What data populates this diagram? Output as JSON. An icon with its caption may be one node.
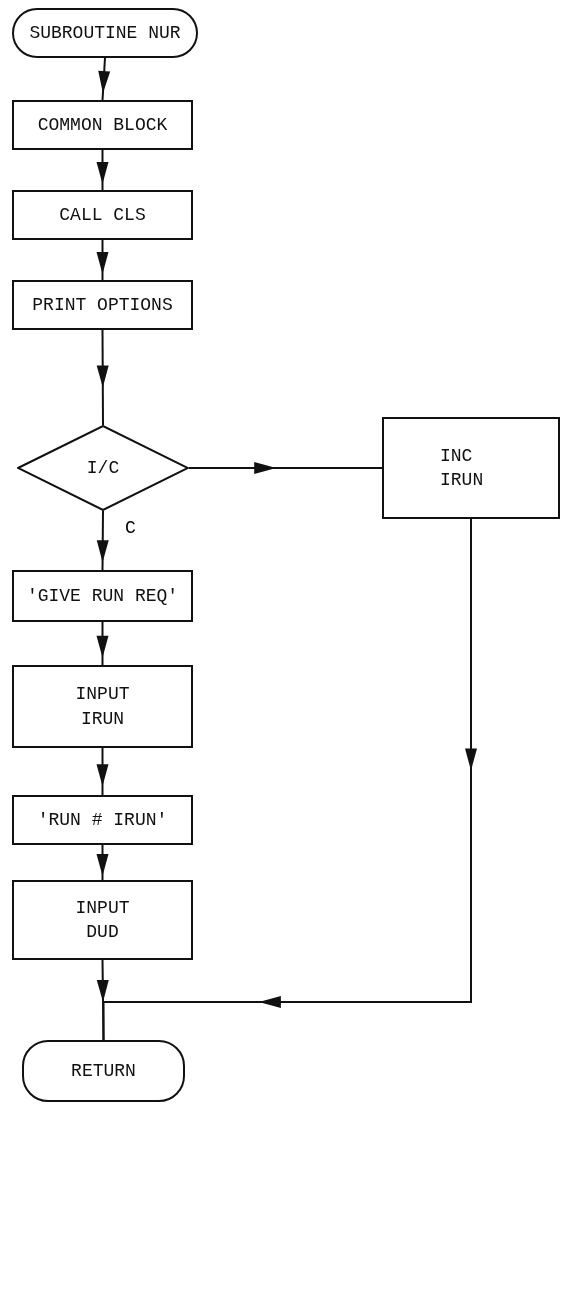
{
  "diagram": {
    "nodes": [
      {
        "text": [
          "SUBROUTINE NUR"
        ]
      },
      {
        "text": [
          "COMMON BLOCK"
        ]
      },
      {
        "text": [
          "CALL CLS"
        ]
      },
      {
        "text": [
          "PRINT OPTIONS"
        ]
      },
      {
        "text": [
          "I/C"
        ]
      },
      {
        "text": [
          "INC IRUN"
        ]
      },
      {
        "text": [
          "'GIVE RUN REQ'"
        ]
      },
      {
        "text": [
          "INPUT IRUN"
        ]
      },
      {
        "text": [
          "'RUN # IRUN'"
        ]
      },
      {
        "text": [
          "INPUT DUD"
        ]
      },
      {
        "text": [
          "RETURN"
        ]
      }
    ],
    "edges": [
      {
        "from": 0,
        "to": 1,
        "arrow": "to"
      },
      {
        "from": 1,
        "to": 2,
        "arrow": "to"
      },
      {
        "from": 2,
        "to": 3,
        "arrow": "to"
      },
      {
        "from": 3,
        "to": 4,
        "arrow": "to"
      },
      {
        "from": 4,
        "to": 5,
        "arrow": "to"
      },
      {
        "from": 4,
        "to": 6,
        "arrow": "to",
        "label": "C"
      },
      {
        "from": 6,
        "to": 7,
        "arrow": "to"
      },
      {
        "from": 7,
        "to": 8,
        "arrow": "to"
      },
      {
        "from": 8,
        "to": 9,
        "arrow": "to"
      },
      {
        "from": 9,
        "to": 10,
        "arrow": "to"
      },
      {
        "from": 5,
        "to": 10,
        "arrow": "to"
      }
    ]
  }
}
